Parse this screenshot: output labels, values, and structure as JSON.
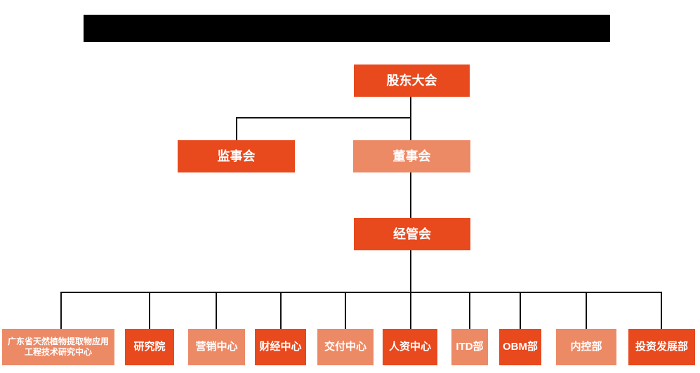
{
  "colors": {
    "node_dark": "#e8491d",
    "node_light": "#ed8a66",
    "connector": "#111111",
    "redacted": "#000000"
  },
  "org_chart": {
    "root": {
      "label": "股东大会"
    },
    "level2": {
      "supervisory_board": {
        "label": "监事会"
      },
      "board_of_directors": {
        "label": "董事会"
      }
    },
    "level3": {
      "management_committee": {
        "label": "经管会"
      }
    },
    "departments": [
      {
        "label": "广东省天然植物提取物应用工程技术研究中心"
      },
      {
        "label": "研究院"
      },
      {
        "label": "营销中心"
      },
      {
        "label": "财经中心"
      },
      {
        "label": "交付中心"
      },
      {
        "label": "人资中心"
      },
      {
        "label": "ITD部"
      },
      {
        "label": "OBM部"
      },
      {
        "label": "内控部"
      },
      {
        "label": "投资发展部"
      }
    ]
  }
}
